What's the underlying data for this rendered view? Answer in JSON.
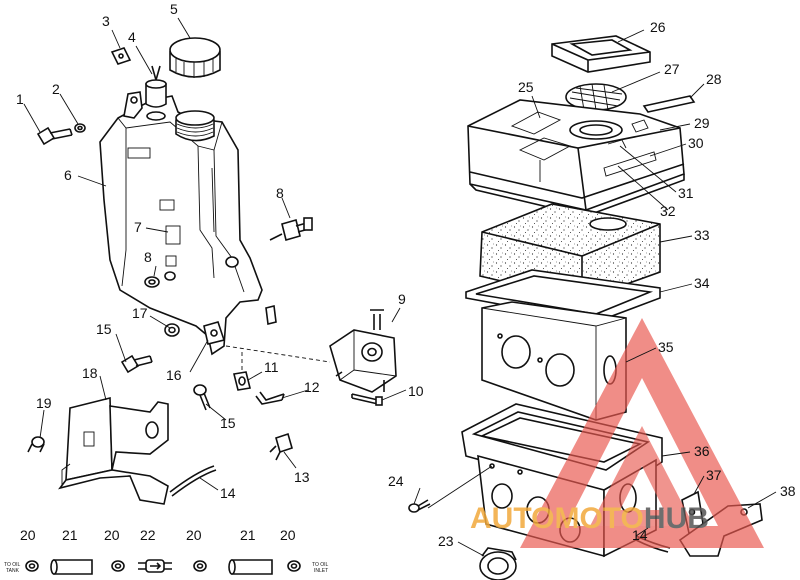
{
  "callouts": {
    "c1": "1",
    "c2": "2",
    "c3": "3",
    "c4": "4",
    "c5": "5",
    "c6": "6",
    "c7": "7",
    "c8a": "8",
    "c8b": "8",
    "c9": "9",
    "c10": "10",
    "c11": "11",
    "c12": "12",
    "c13": "13",
    "c14a": "14",
    "c14b": "14",
    "c15a": "15",
    "c15b": "15",
    "c16": "16",
    "c17": "17",
    "c18": "18",
    "c19": "19",
    "c20a": "20",
    "c20b": "20",
    "c20c": "20",
    "c20d": "20",
    "c21a": "21",
    "c21b": "21",
    "c22": "22",
    "c23": "23",
    "c24": "24",
    "c25": "25",
    "c26": "26",
    "c27": "27",
    "c28": "28",
    "c29": "29",
    "c30": "30",
    "c31": "31",
    "c32": "32",
    "c33": "33",
    "c34": "34",
    "c35": "35",
    "c36": "36",
    "c37": "37",
    "c38": "38"
  },
  "bottom_labels": {
    "to_oil_tank_1": "TO OIL",
    "to_oil_tank_2": "TANK",
    "to_oil_inlet_1": "TO OIL",
    "to_oil_inlet_2": "INLET"
  },
  "watermark": {
    "part1": "AUTO",
    "part2": "MOTO",
    "part3": "HUB",
    "color_red": "#e8584f",
    "color_orange": "#f2a93b",
    "color_gray": "#555555"
  }
}
